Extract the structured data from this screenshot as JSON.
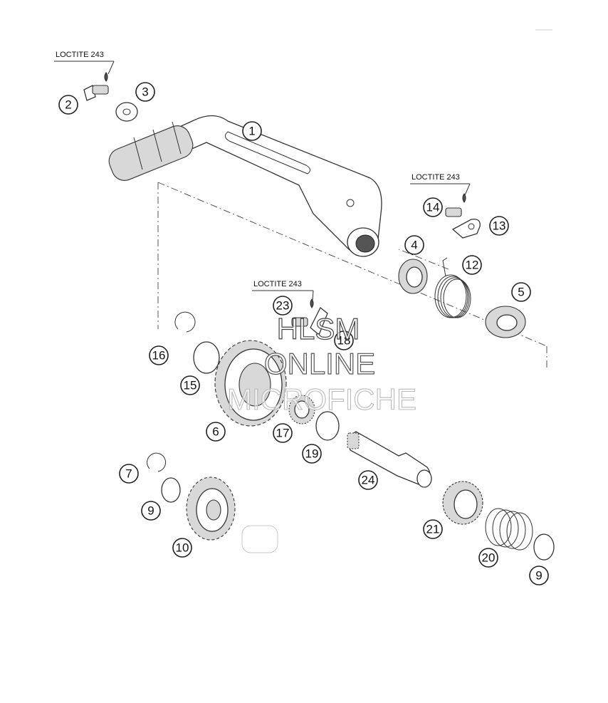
{
  "loctite_labels": [
    "LOCTITE 243",
    "LOCTITE 243",
    "LOCTITE 243"
  ],
  "watermark": {
    "line1": "HLSM",
    "line2": "ONLINE",
    "line3": "MICROFICHE"
  },
  "callouts": {
    "c1": "1",
    "c2": "2",
    "c3": "3",
    "c4": "4",
    "c5": "5",
    "c6": "6",
    "c7": "7",
    "c9a": "9",
    "c9b": "9",
    "c10": "10",
    "c12": "12",
    "c13": "13",
    "c14": "14",
    "c15": "15",
    "c16": "16",
    "c17": "17",
    "c18": "18",
    "c19": "19",
    "c20": "20",
    "c21": "21",
    "c23": "23",
    "c24": "24"
  }
}
